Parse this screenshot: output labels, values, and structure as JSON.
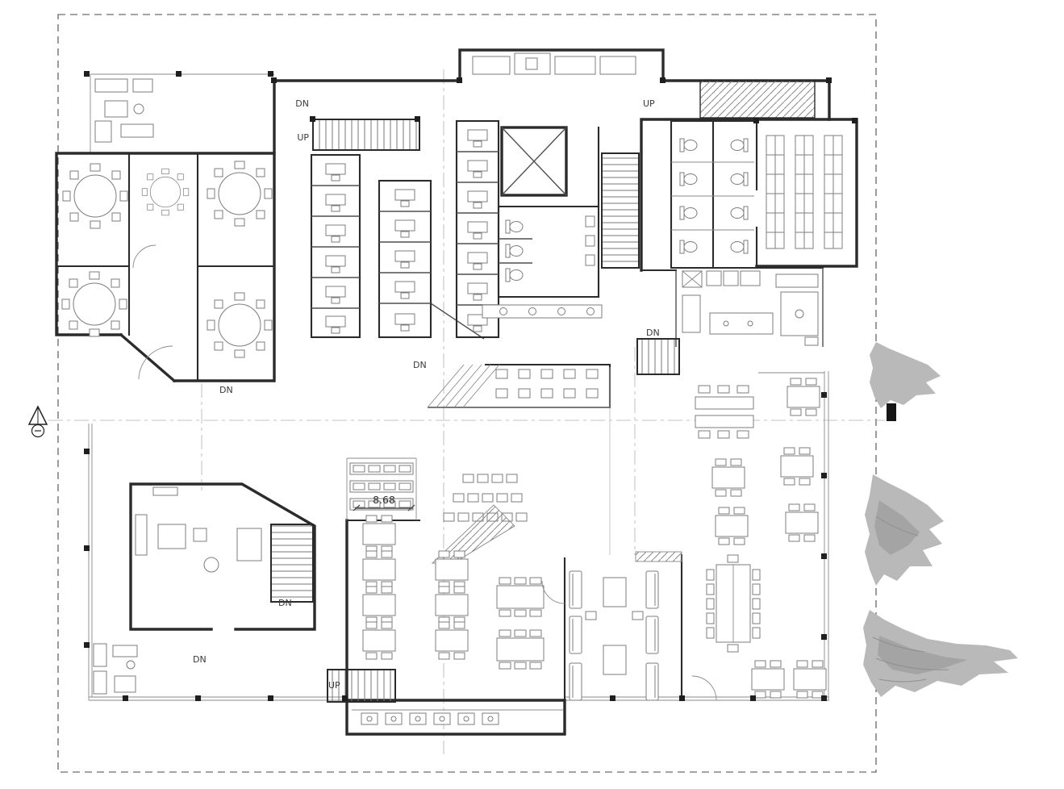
{
  "drawing": {
    "type": "architectural-floor-plan",
    "annotations": [
      {
        "id": "dn-stair-top-center",
        "text": "DN"
      },
      {
        "id": "up-stair-top-center",
        "text": "UP"
      },
      {
        "id": "up-stair-top-right",
        "text": "UP"
      },
      {
        "id": "dn-left-wing",
        "text": "DN"
      },
      {
        "id": "dn-core-counter",
        "text": "DN"
      },
      {
        "id": "dn-kitchen-service",
        "text": "DN"
      },
      {
        "id": "dn-lounge-stair",
        "text": "DN"
      },
      {
        "id": "dn-terrace",
        "text": "DN"
      },
      {
        "id": "up-stair-bottom",
        "text": "UP"
      },
      {
        "id": "dim-hall-width",
        "text": "8.68"
      }
    ],
    "colors": {
      "background": "#ffffff",
      "wall": "#2b2b2b",
      "partition": "#4f4f4f",
      "furniture": "#7c7c7c",
      "boundary_dash": "#4a4a4a",
      "centerline": "#b0b0b0",
      "tree": "#b9b9b9",
      "column": "#1f1f1f"
    },
    "icons": {
      "north_arrow": "north-arrow-icon",
      "elevator_cross": "elevator-x-icon",
      "trees": "tree-icon",
      "stair_hatch": "stair-treads-icon"
    }
  }
}
